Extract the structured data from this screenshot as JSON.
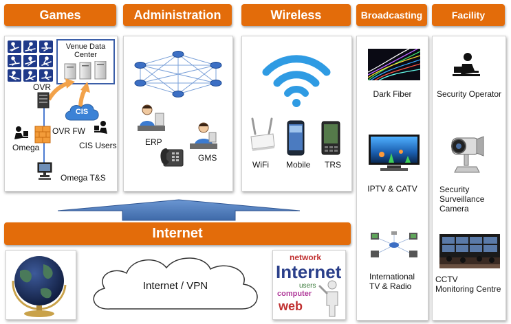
{
  "headers": {
    "games": "Games",
    "administration": "Administration",
    "wireless": "Wireless",
    "broadcasting": "Broadcasting",
    "facility": "Facility"
  },
  "games": {
    "venue_data_center": "Venue Data\nCenter",
    "ovr": "OVR",
    "cis": "CIS",
    "ovr_fw": "OVR FW",
    "cis_users": "CIS Users",
    "omega": "Omega",
    "omega_ts": "Omega T&S"
  },
  "administration": {
    "erp": "ERP",
    "gms": "GMS"
  },
  "wireless": {
    "wifi": "WiFi",
    "mobile": "Mobile",
    "trs": "TRS"
  },
  "broadcasting": {
    "dark_fiber": "Dark Fiber",
    "iptv": "IPTV & CATV",
    "intl_tv": "International\nTV & Radio"
  },
  "facility": {
    "security_operator": "Security Operator",
    "surveillance_camera": "Security\nSurveillance\nCamera",
    "cctv": "CCTV\nMonitoring Centre"
  },
  "internet": {
    "bar_label": "Internet",
    "cloud_label": "Internet / VPN",
    "word_cloud": "Internet",
    "word_network": "network",
    "word_users": "users",
    "word_computer": "computer",
    "word_web": "web"
  },
  "colors": {
    "header_orange": "#e36c0a",
    "arrow_blue": "#4a77b4",
    "wifi_blue": "#2f9be3"
  }
}
